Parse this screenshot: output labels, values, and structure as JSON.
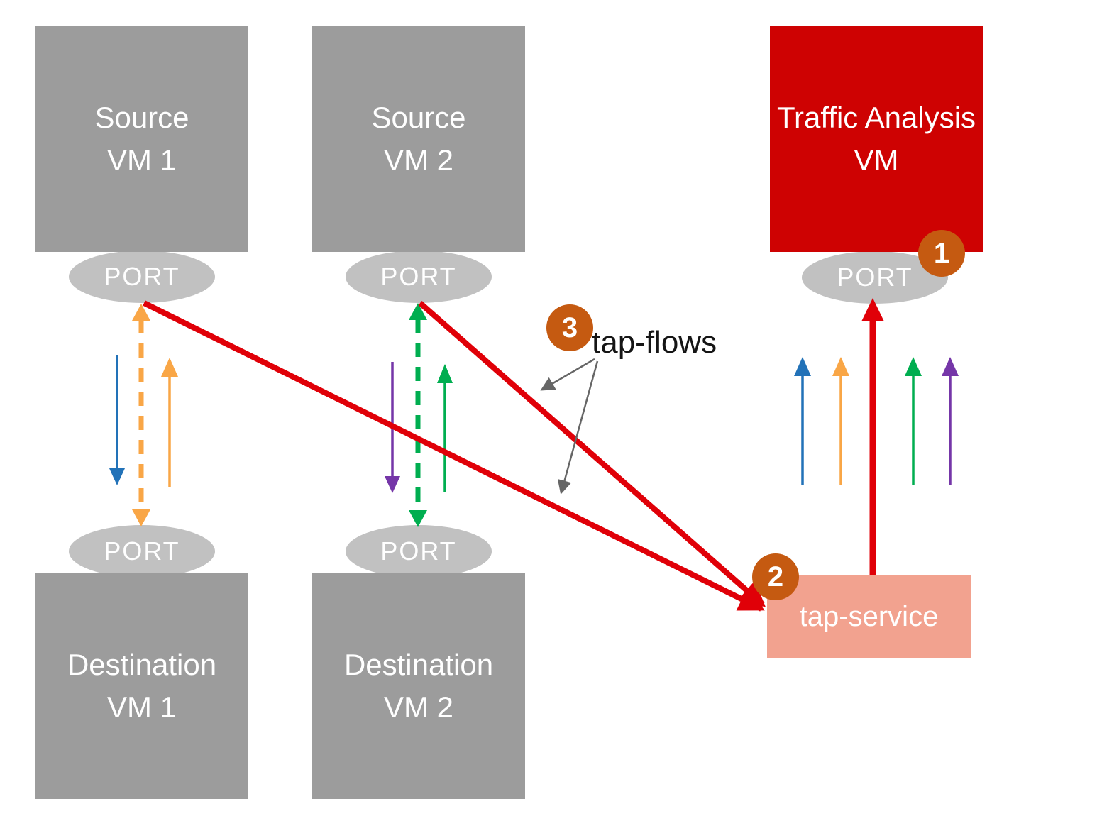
{
  "diagram": {
    "port_label": "PORT",
    "nodes": {
      "source_vm1": {
        "line1": "Source",
        "line2": "VM 1"
      },
      "source_vm2": {
        "line1": "Source",
        "line2": "VM 2"
      },
      "traffic_analysis_vm": {
        "line1": "Traffic Analysis",
        "line2": "VM"
      },
      "destination_vm1": {
        "line1": "Destination",
        "line2": "VM 1"
      },
      "destination_vm2": {
        "line1": "Destination",
        "line2": "VM 2"
      },
      "tap_service": {
        "label": "tap-service"
      }
    },
    "badges": {
      "step1": "1",
      "step2": "2",
      "step3": "3"
    },
    "annotations": {
      "tap_flows_label": "tap-flows"
    },
    "colors": {
      "vm_box_gray": "#9C9C9C",
      "port_ellipse_gray": "#C1C1C1",
      "traffic_analysis_red": "#CE0202",
      "tap_service_salmon": "#F2A28F",
      "badge_dark_orange": "#C55A11",
      "arrow_red": "#E00008",
      "arrow_blue": "#2272B8",
      "arrow_orange": "#F9A646",
      "arrow_green": "#00AE50",
      "arrow_purple": "#7536A8",
      "callout_gray": "#666666"
    }
  }
}
